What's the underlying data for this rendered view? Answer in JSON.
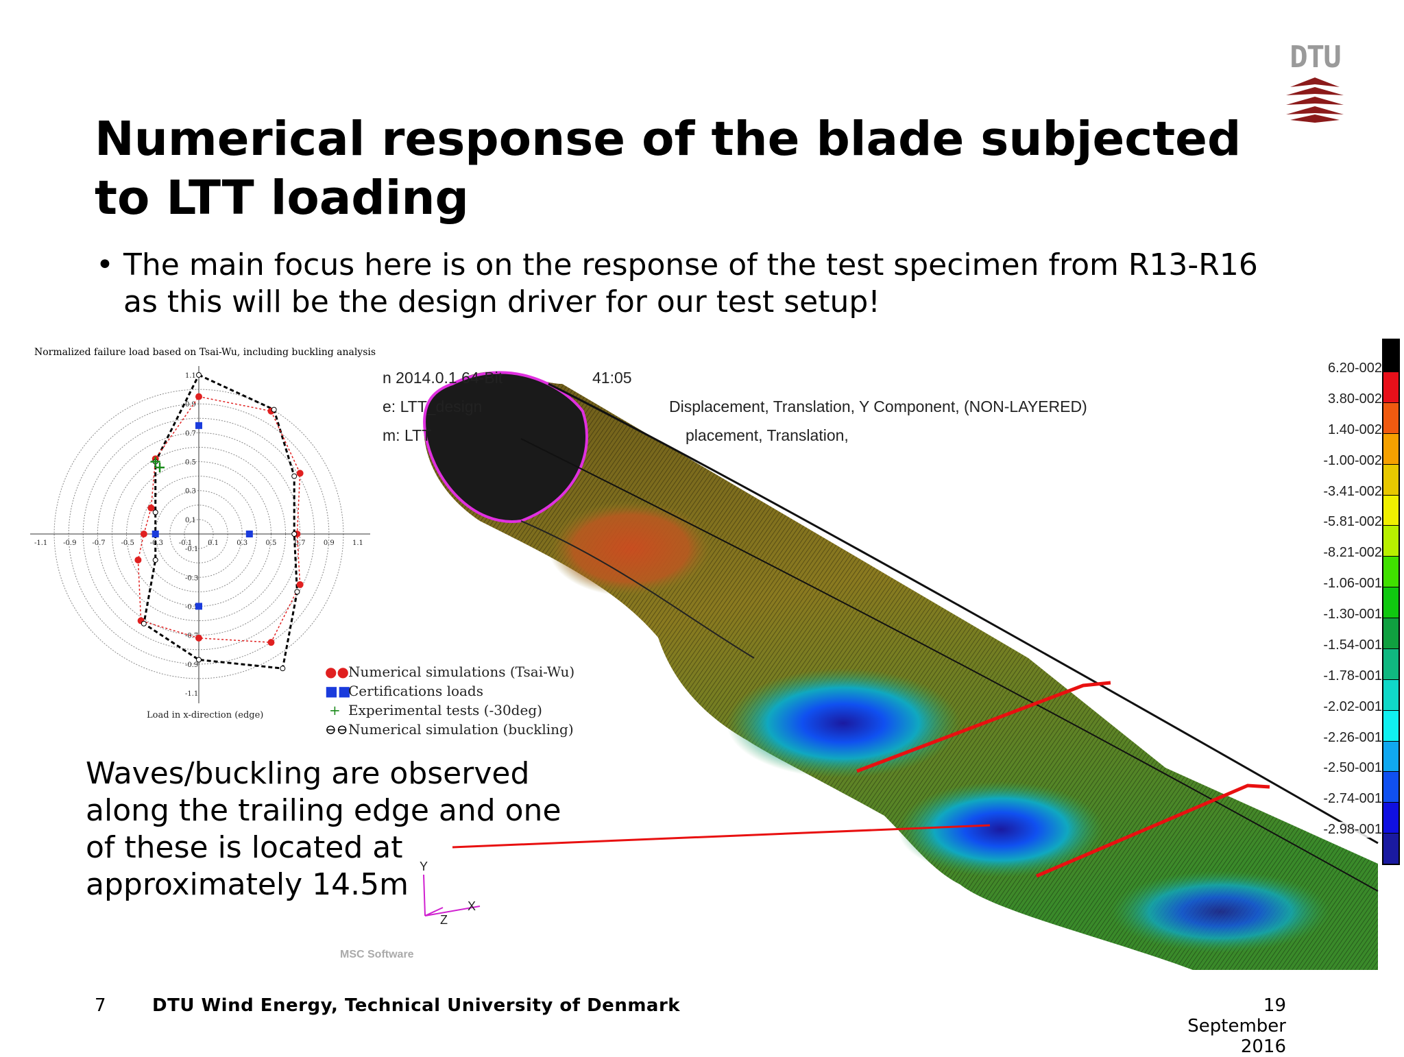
{
  "slide": {
    "title": "Numerical response of the blade subjected to LTT loading",
    "bullet": "The main focus here is on the response of the test specimen from R13-R16 as this will be the design driver for our test setup!",
    "bullet_marker": "•",
    "annotation": "Waves/buckling are observed along the trailing edge and one of these is located at approximately 14.5m",
    "footer": {
      "page_number": "7",
      "organization": "DTU Wind Energy, Technical University of Denmark",
      "date": "19 September 2016"
    },
    "logo": {
      "text": "DTU",
      "color": "#8b1a1a",
      "icon": "dtu-waves-logo"
    }
  },
  "polar_plot": {
    "title": "Normalized failure load based on Tsai-Wu, including buckling analysis",
    "x_axis_label": "Load in x-direction (edge)",
    "x_ticks": [
      "-1.1",
      "-0.9",
      "-0.7",
      "-0.5",
      "-0.3",
      "-0.1",
      "0.1",
      "0.3",
      "0.5",
      "0.7",
      "0.9",
      "1.1"
    ],
    "y_ticks": [
      "1.1",
      "0.9",
      "0.7",
      "0.5",
      "0.3",
      "0.1",
      "-0.1",
      "-0.3",
      "-0.5",
      "-0.7",
      "-0.9",
      "-1.1"
    ],
    "legend": [
      {
        "label": "Numerical simulations (Tsai-Wu)",
        "color": "#e02020",
        "icon": "red-dot-icon"
      },
      {
        "label": "Certifications loads",
        "color": "#1a3bdc",
        "icon": "blue-square-icon"
      },
      {
        "label": "Experimental tests (-30deg)",
        "color": "#1a8a1a",
        "icon": "green-plus-icon"
      },
      {
        "label": "Numerical simulation (buckling)",
        "color": "#000000",
        "icon": "open-circle-icon"
      }
    ]
  },
  "fea": {
    "header_line1": "n 2014.0.1 64-Bit",
    "header_time": "41:05",
    "header_line2": "e: LTT_design",
    "header_line2b": "Displacement, Translation, Y Component, (NON-LAYERED)",
    "header_line3": "m: LTT",
    "header_line3b": "placement, Translation,",
    "software_mark": "MSC Software",
    "axis_labels": {
      "x": "X",
      "y": "Y",
      "z": "Z"
    },
    "colorbar": [
      {
        "label": "6.20-002",
        "color": "#e8101a"
      },
      {
        "label": "3.80-002",
        "color": "#f05a10"
      },
      {
        "label": "1.40-002",
        "color": "#f5a000"
      },
      {
        "label": "-1.00-002",
        "color": "#e8c800"
      },
      {
        "label": "-3.41-002",
        "color": "#f0f000"
      },
      {
        "label": "-5.81-002",
        "color": "#b8f000"
      },
      {
        "label": "-8.21-002",
        "color": "#40e000"
      },
      {
        "label": "-1.06-001",
        "color": "#10c810"
      },
      {
        "label": "-1.30-001",
        "color": "#10a040"
      },
      {
        "label": "-1.54-001",
        "color": "#10b880"
      },
      {
        "label": "-1.78-001",
        "color": "#10d8c8"
      },
      {
        "label": "-2.02-001",
        "color": "#10f0f0"
      },
      {
        "label": "-2.26-001",
        "color": "#10a8f0"
      },
      {
        "label": "-2.50-001",
        "color": "#1050f0"
      },
      {
        "label": "-2.74-001",
        "color": "#1010e0"
      },
      {
        "label": "-2.98-001",
        "color": "#1a1aa0"
      }
    ],
    "colorbar_top_color": "#000000"
  }
}
